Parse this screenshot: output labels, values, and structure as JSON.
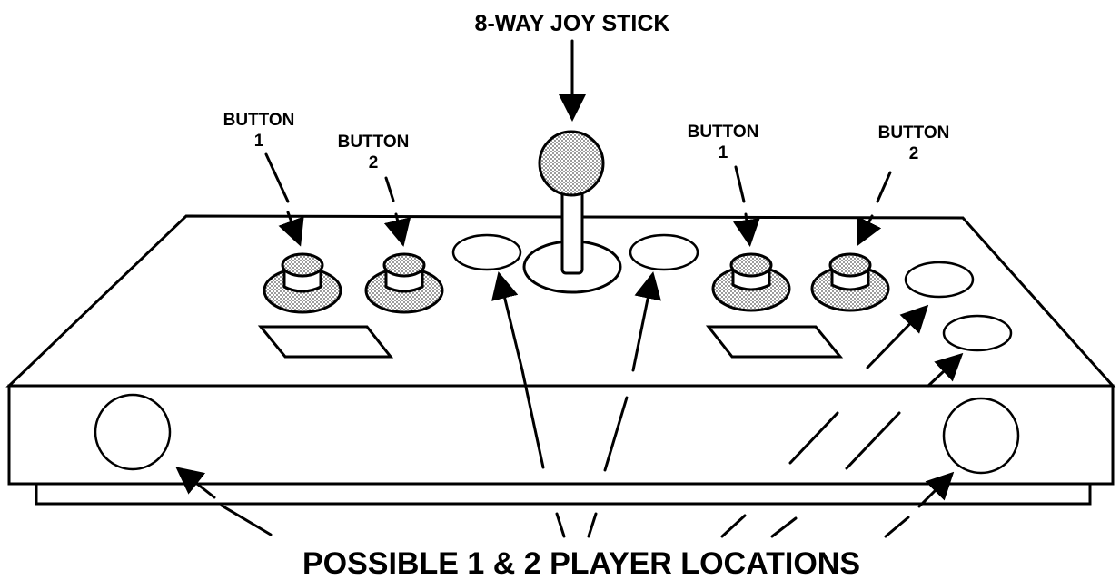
{
  "title": "8-WAY JOY STICK",
  "caption": "POSSIBLE 1 & 2 PLAYER LOCATIONS",
  "left_group": {
    "button1_line1": "BUTTON",
    "button1_line2": "1",
    "button2_line1": "BUTTON",
    "button2_line2": "2"
  },
  "right_group": {
    "button1_line1": "BUTTON",
    "button1_line2": "1",
    "button2_line1": "BUTTON",
    "button2_line2": "2"
  },
  "colors": {
    "ink": "#000000",
    "shade": "#b8b8b8",
    "paper": "#ffffff"
  }
}
